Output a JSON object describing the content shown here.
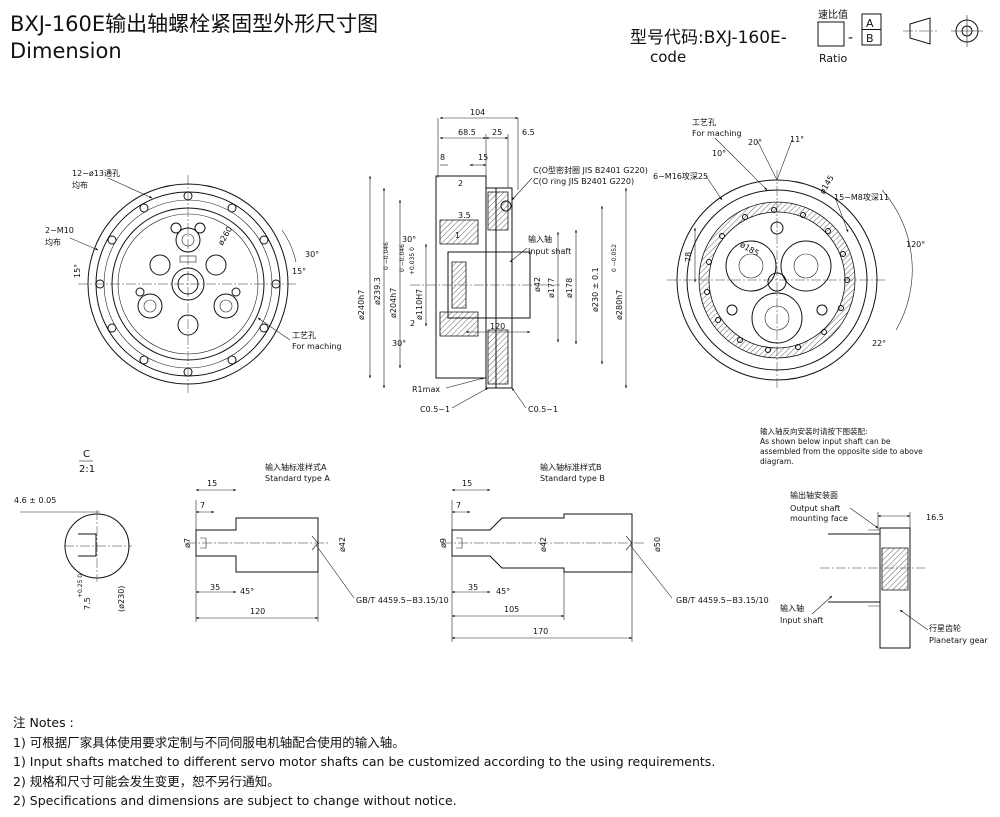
{
  "header": {
    "title_cn": "BXJ-160E输出轴螺栓紧固型外形尺寸图",
    "title_en": "Dimension",
    "model_code_label": "型号代码:BXJ-160E-",
    "model_code_en": "code",
    "ratio_cn": "速比值",
    "ratio_en": "Ratio",
    "dash": "-",
    "box_a": "A",
    "box_b": "B"
  },
  "front_view": {
    "label_holes_cn": "12−ø13通孔",
    "label_holes_cn2": "均布",
    "label_m10_cn": "2−M10",
    "label_m10_cn2": "均布",
    "angle_15a": "15°",
    "angle_30": "30°",
    "angle_15b": "15°",
    "dia_260": "ø260",
    "process_hole_cn": "工艺孔",
    "process_hole_en": "For maching"
  },
  "section_view": {
    "d104": "104",
    "d68_5": "68.5",
    "d25": "25",
    "d6_5": "6.5",
    "d8": "8",
    "d15": "15",
    "d2a": "2",
    "d3_5": "3.5",
    "d1": "1",
    "d30a": "30°",
    "d2b": "2",
    "d30b": "30°",
    "d120": "120",
    "seal_cn": "C(O型密封圈 JIS B2401 G220)",
    "seal_en": "C(O ring JIS B2401 G220)",
    "input_cn": "输入轴",
    "input_en": "Input shaft",
    "r1max": "R1max",
    "c05a": "C0.5~1",
    "c05b": "C0.5~1",
    "dia_240": "ø240h7",
    "dia_240_tol": "0 −0.046",
    "dia_239": "ø239.3",
    "dia_204": "ø204h7",
    "dia_204_tol": "0 −0.046",
    "dia_110": "ø110H7",
    "dia_110_tol": "+0.035 0",
    "dia_42": "ø42",
    "dia_177": "ø177",
    "dia_178": "ø178",
    "dia_230": "ø230 ± 0.1",
    "dia_280": "ø280h7",
    "dia_280_tol": "0 −0.052"
  },
  "rear_view": {
    "process_hole_cn": "工艺孔",
    "process_hole_en": "For maching",
    "angle_20": "20°",
    "angle_11": "11°",
    "angle_10": "10°",
    "m16_label": "6−M16攻深25",
    "dia_145": "ø145",
    "m8_label": "15−M8攻深11",
    "dim_78": "78",
    "dia_185": "ø185",
    "angle_120": "120°",
    "angle_22": "22°"
  },
  "detail_c": {
    "label": "C",
    "scale": "2:1",
    "d46": "4.6 ± 0.05",
    "d75": "7.5",
    "d75_tol": "+0.25 0",
    "dia_230": "(ø230)"
  },
  "shaft_a": {
    "title_cn": "输入轴标准样式A",
    "title_en": "Standard type A",
    "d15": "15",
    "d7": "7",
    "dia_7": "ø7",
    "dia_42": "ø42",
    "d35": "35",
    "angle_45": "45°",
    "d120": "120",
    "std": "GB/T 4459.5−B3.15/10"
  },
  "shaft_b": {
    "title_cn": "输入轴标准样式B",
    "title_en": "Standard type B",
    "d15": "15",
    "d7": "7",
    "dia_9": "ø9",
    "dia_42": "ø42",
    "dia_50": "ø50",
    "d35": "35",
    "angle_45": "45°",
    "d105": "105",
    "d170": "170",
    "std": "GB/T 4459.5−B3.15/10"
  },
  "reverse_install": {
    "note_cn": "输入轴反向安装时请按下图装配:",
    "note_en1": "As shown below input shaft can be",
    "note_en2": "assembled from the opposite side to above",
    "note_en3": "diagram.",
    "mount_cn": "输出轴安装面",
    "mount_en1": "Output shaft",
    "mount_en2": "mounting face",
    "d16_5": "16.5",
    "input_cn": "输入轴",
    "input_en": "Input shaft",
    "gear_cn": "行星齿轮",
    "gear_en": "Planetary gear"
  },
  "notes": {
    "heading": "注 Notes :",
    "line1_cn": "1) 可根据厂家具体使用要求定制与不同伺服电机轴配合使用的输入轴。",
    "line1_en": "1) Input shafts matched to different servo motor shafts can be customized according to the using requirements.",
    "line2_cn": "2) 规格和尺寸可能会发生变更，恕不另行通知。",
    "line2_en": "2) Specifications and dimensions are subject to change without notice."
  }
}
